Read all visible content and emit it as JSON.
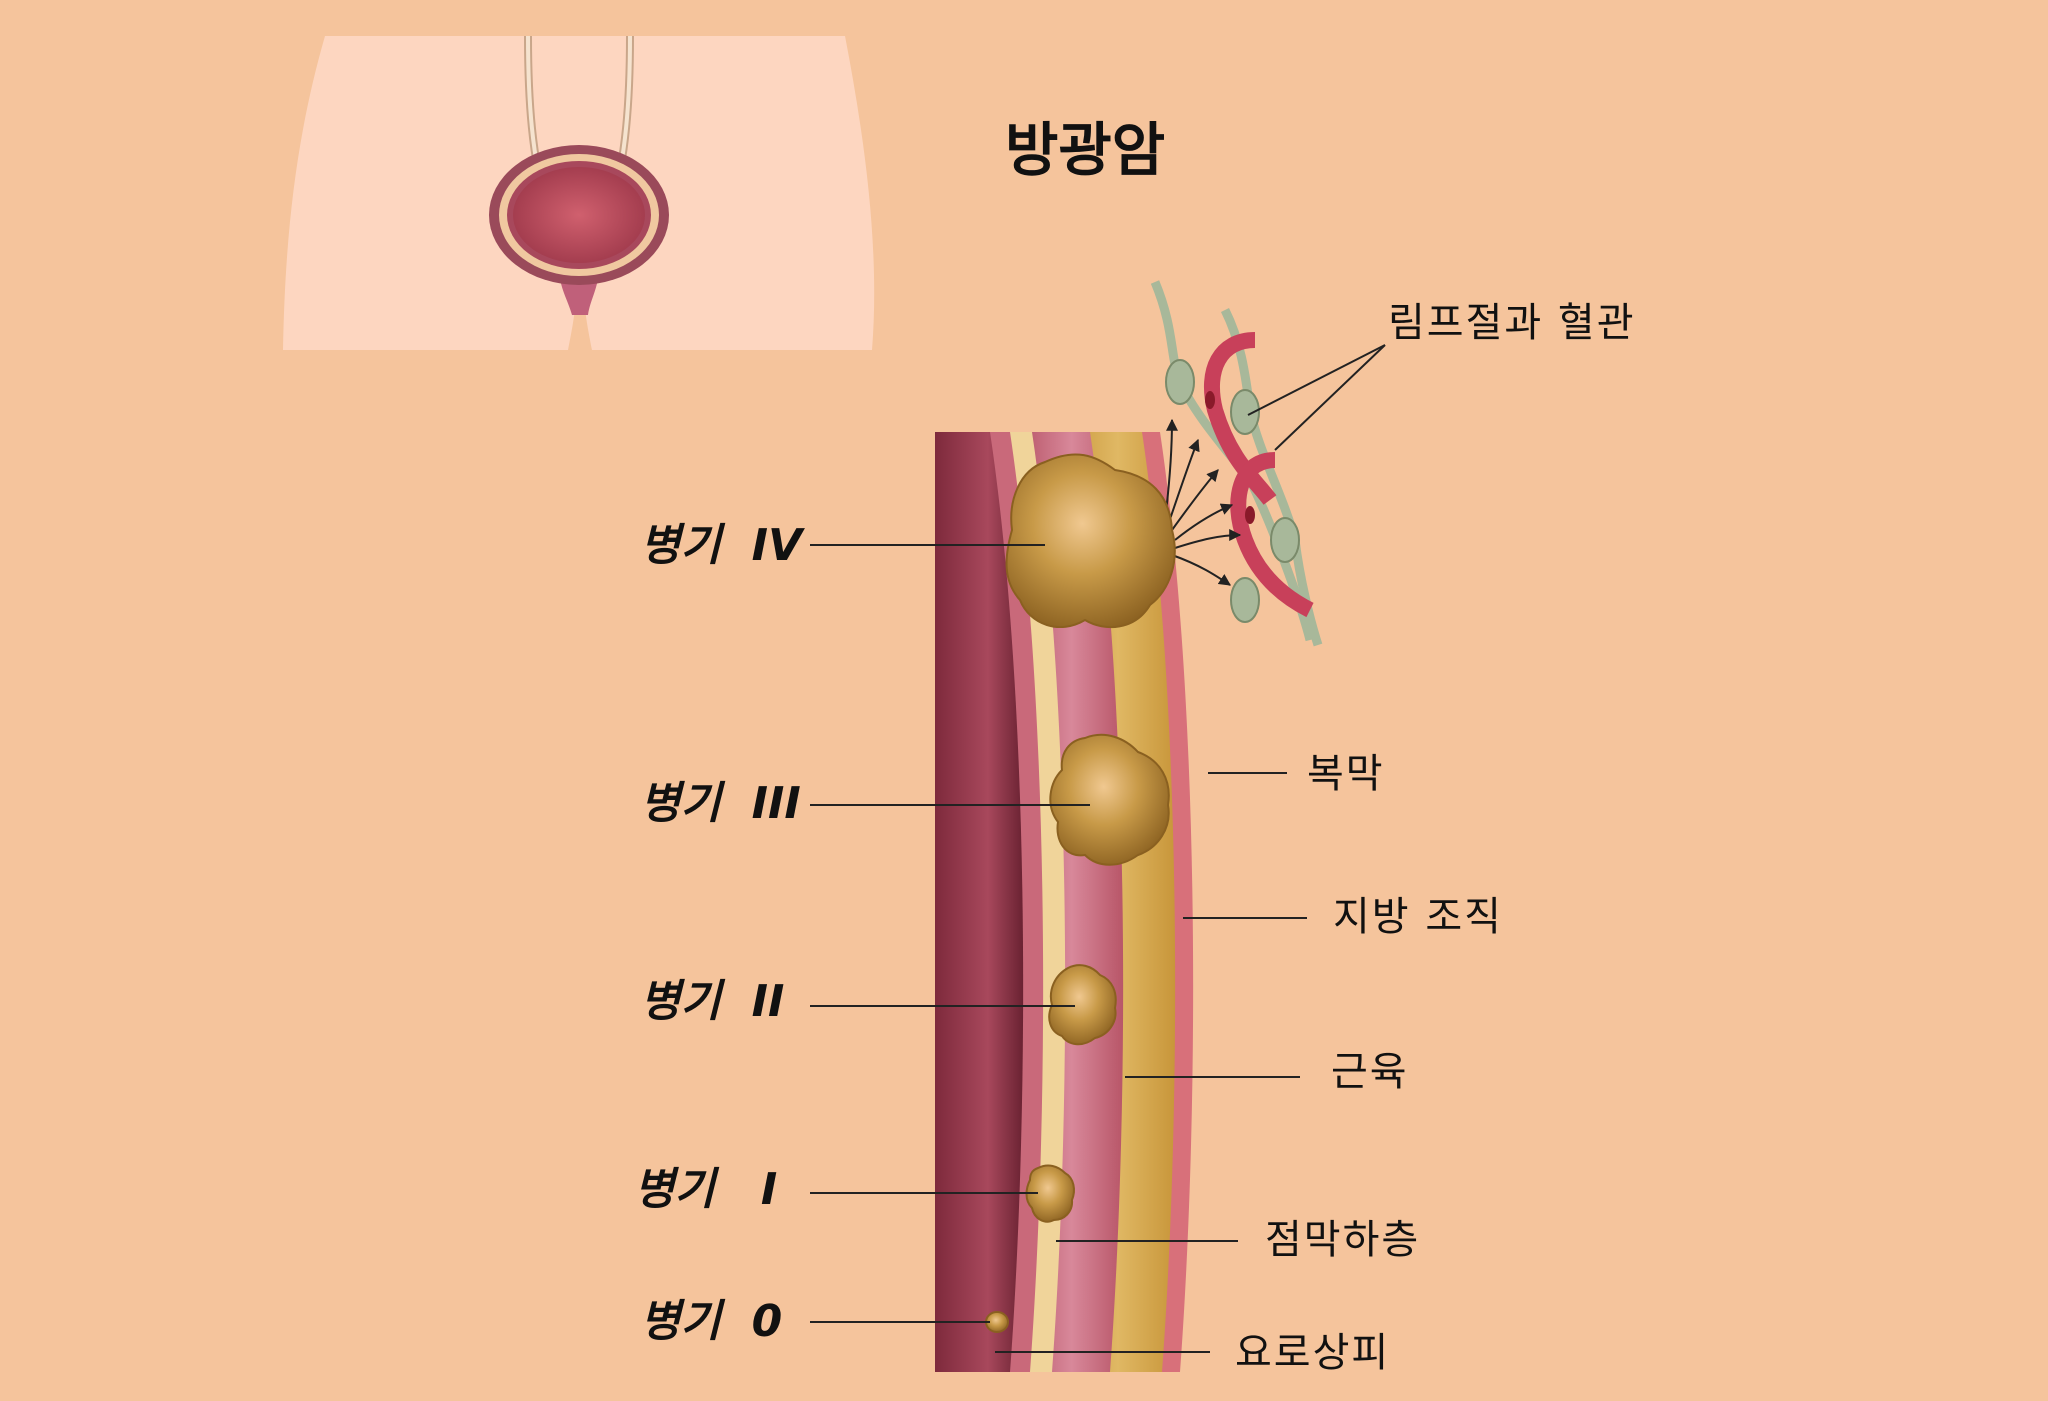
{
  "title": "방광암",
  "stages": [
    {
      "label": "병기  IV"
    },
    {
      "label": "병기  III"
    },
    {
      "label": "병기  II"
    },
    {
      "label": "병기   I"
    },
    {
      "label": "병기  0"
    }
  ],
  "layers": [
    {
      "label": "림프절과 혈관"
    },
    {
      "label": "복막"
    },
    {
      "label": "지방 조직"
    },
    {
      "label": "근육"
    },
    {
      "label": "점막하층"
    },
    {
      "label": "요로상피"
    }
  ],
  "colors": {
    "background": "#f5c49c",
    "body_silhouette": "#fdd6c0",
    "wall_inner": "#9c3a4f",
    "muscle": "#c9697a",
    "fat": "#d4a64a",
    "submucosa": "#f0d49a",
    "serosa": "#d8707a",
    "tumor": "#c89a3c",
    "lymph_node": "#a8b89a",
    "blood_vessel": "#c8405a"
  }
}
